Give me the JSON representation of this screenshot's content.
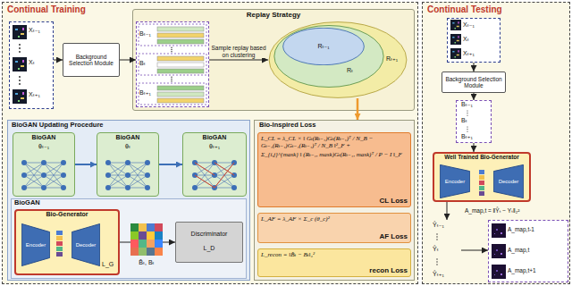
{
  "diagram": {
    "nodes": [
      {
        "text": [
          "Continual Training"
        ]
      },
      {
        "text": [
          "Replay Strategy"
        ],
        "in": 0
      },
      {
        "text": [
          "Xₜ₋₁",
          "Xₜ",
          "Xₜ₊₁"
        ],
        "in": 0
      },
      {
        "text": [
          "Background Selection Module"
        ],
        "in": 0
      },
      {
        "text": [
          "Bₜ₋₁",
          "Bₜ",
          "Bₜ₊₁"
        ],
        "in": 1
      },
      {
        "text": [
          "Rₜ₊₁"
        ],
        "in": 1
      },
      {
        "text": [
          "Rₜ"
        ],
        "in": 5
      },
      {
        "text": [
          "Rₜ₋₁"
        ],
        "in": 6
      },
      {
        "text": [
          "BioGAN Updating Procedure"
        ],
        "in": 0
      },
      {
        "text": [
          "BioGAN",
          "θₜ₋₁"
        ],
        "in": 8
      },
      {
        "text": [
          "BioGAN",
          "θₜ"
        ],
        "in": 8
      },
      {
        "text": [
          "BioGAN",
          "θₜ₊₁"
        ],
        "in": 8
      },
      {
        "text": [
          "BioGAN"
        ],
        "in": 8
      },
      {
        "text": [
          "Bio-Generator",
          "L_G"
        ],
        "in": 12
      },
      {
        "text": [
          "Encoder"
        ],
        "in": 13
      },
      {
        "text": [
          "Decoder"
        ],
        "in": 13
      },
      {
        "text": [
          "Discriminator",
          "L_D"
        ],
        "in": 12
      },
      {
        "text": [
          "Bio-Inspired Loss"
        ],
        "in": 0
      },
      {
        "text": [
          "L_CL = λ_CL × ‖ Gₜ(Rₜ₋₁)Gₜ(Rₜ₋₁)ᵀ / N_B − Gₜ₋₁(Rₜ₋₁)Gₜ₋₁(Rₜ₋₁)ᵀ / N_B ‖²_F +",
          "Σ_{i,j}^{mask} ‖ (Rₜ₋₁, mask)Gₜ(Rₜ₋₁, mask)ᵀ / P − I ‖_F",
          "CL Loss"
        ],
        "in": 17
      },
      {
        "text": [
          "L_AF = λ_AF × Σ_c (θ_c)²",
          "AF Loss"
        ],
        "in": 17
      },
      {
        "text": [
          "L_recon = ‖B̂ₜ − Bₜ‖₂²",
          "recon Loss"
        ],
        "in": 17
      },
      {
        "text": [
          "Continual Testing"
        ]
      },
      {
        "text": [
          "Xₜ₋₁",
          "Xₜ",
          "Xₜ₊₁"
        ],
        "in": 21
      },
      {
        "text": [
          "Background Selection Module"
        ],
        "in": 21
      },
      {
        "text": [
          "Bₜ₋₁",
          "Bₜ",
          "Bₜ₊₁"
        ],
        "in": 21
      },
      {
        "text": [
          "Well Trained Bio-Generator"
        ],
        "in": 21
      },
      {
        "text": [
          "Encoder"
        ],
        "in": 25
      },
      {
        "text": [
          "Decoder"
        ],
        "in": 25
      },
      {
        "text": [
          "Ŷₜ₋₁",
          "Ŷₜ",
          "Ŷₜ₊₁"
        ],
        "in": 21
      },
      {
        "text": [
          "A_map,t-1",
          "A_map,t",
          "A_map,t+1"
        ],
        "in": 21
      }
    ],
    "edges": [
      {
        "from": 2,
        "to": 3,
        "arrow": "to"
      },
      {
        "from": 3,
        "to": 4,
        "arrow": "to"
      },
      {
        "from": 4,
        "to": 5,
        "label": "Sample replay based on clustering",
        "arrow": "to"
      },
      {
        "from": 9,
        "to": 10,
        "arrow": "to"
      },
      {
        "from": 10,
        "to": 11,
        "arrow": "to"
      },
      {
        "from": 13,
        "to": 16,
        "arrow": "to"
      },
      {
        "from": 5,
        "to": 17,
        "arrow": "to"
      },
      {
        "from": 22,
        "to": 23,
        "arrow": "to"
      },
      {
        "from": 23,
        "to": 24,
        "arrow": "to"
      },
      {
        "from": 24,
        "to": 25,
        "arrow": "to"
      },
      {
        "from": 25,
        "to": 28,
        "arrow": "to"
      },
      {
        "from": 28,
        "to": 29,
        "arrow": "to"
      }
    ],
    "labels": [
      "B̂ₜ, Bₜ",
      "A_map,t = ‖Ŷₜ − Yₜ‖₂²"
    ]
  }
}
